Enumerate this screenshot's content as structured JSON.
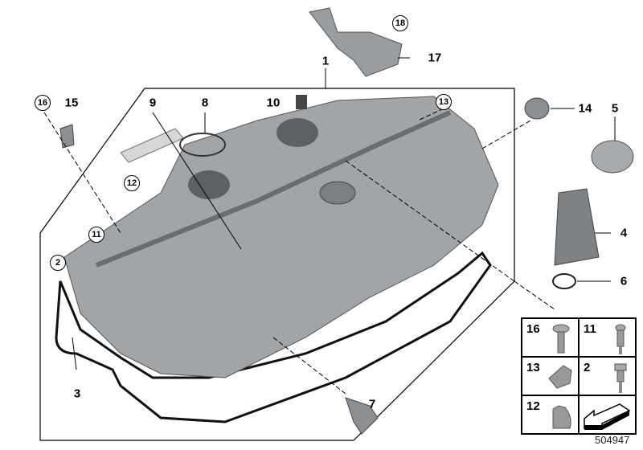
{
  "diagram_id": "504947",
  "part_labels": [
    "1",
    "2",
    "3",
    "4",
    "5",
    "6",
    "7",
    "8",
    "9",
    "10",
    "11",
    "12",
    "13",
    "14",
    "15",
    "16",
    "17",
    "18"
  ],
  "circled_labels": [
    "2",
    "11",
    "12",
    "13",
    "16",
    "18"
  ],
  "legend_table": [
    {
      "number": "16",
      "part": "screw"
    },
    {
      "number": "11",
      "part": "stud-bolt"
    },
    {
      "number": "13",
      "part": "clip"
    },
    {
      "number": "2",
      "part": "bolt"
    },
    {
      "number": "12",
      "part": "clamp"
    },
    {
      "number": "",
      "part": "arrow-symbol"
    }
  ],
  "colors": {
    "part": "#9a9da0",
    "part_dark": "#5e6164",
    "line": "#000000"
  }
}
